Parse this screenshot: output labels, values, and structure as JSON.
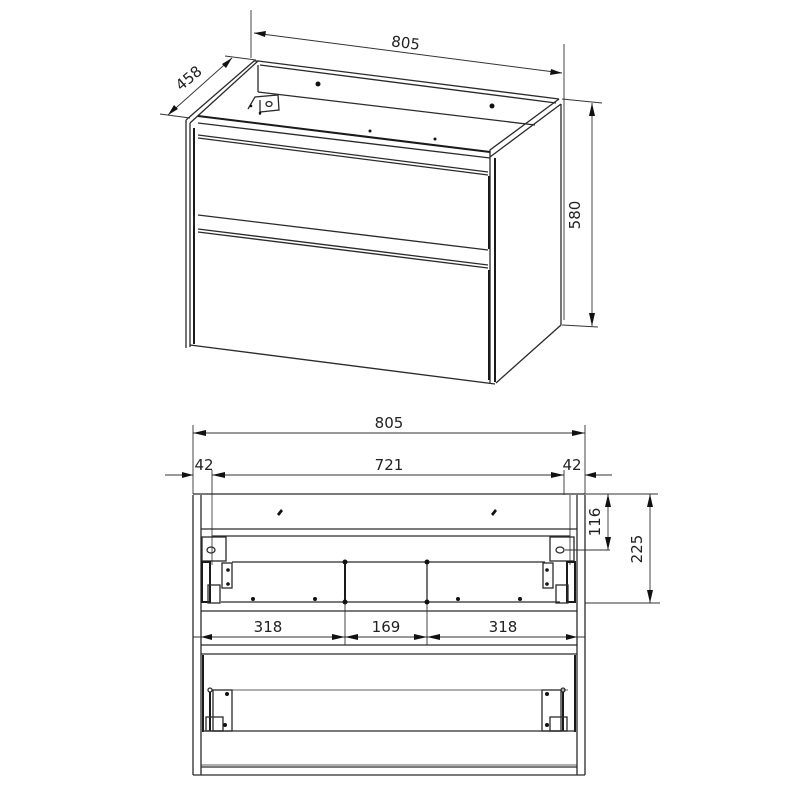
{
  "drawing": {
    "subject": "Bathroom vanity cabinet with two drawers",
    "units": "mm",
    "line_color": "#2a2a2a",
    "background": "#ffffff"
  },
  "isometric_view": {
    "dimensions": {
      "width": "805",
      "depth": "458",
      "height": "580"
    },
    "drawers": 2
  },
  "front_view": {
    "dimensions": {
      "overall_width": "805",
      "side_left": "42",
      "inner_width": "721",
      "side_right": "42",
      "top_rail_height": "116",
      "upper_drawer_height": "225",
      "left_section": "318",
      "middle_section": "169",
      "right_section": "318"
    }
  }
}
